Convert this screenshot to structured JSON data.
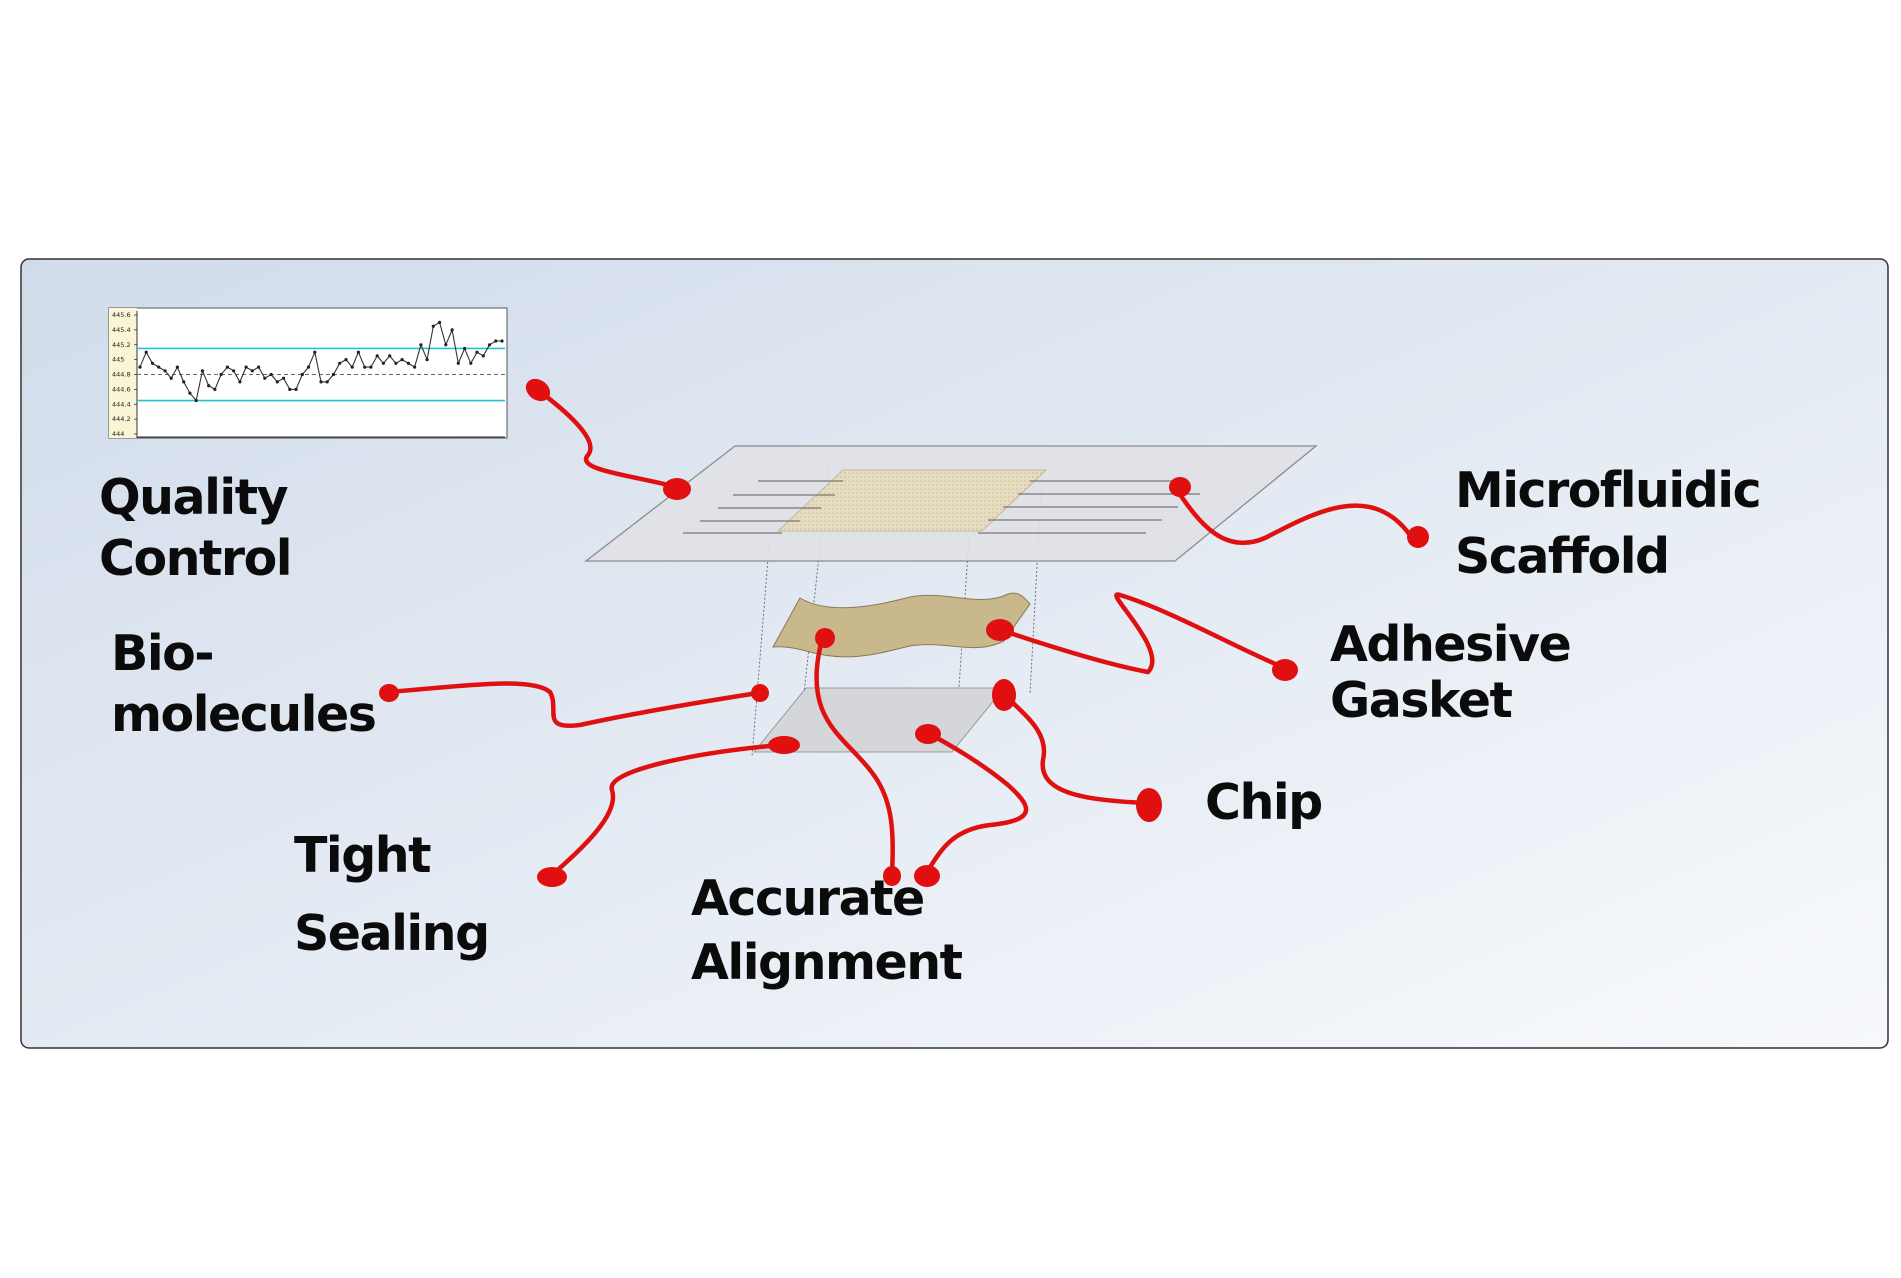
{
  "labels": {
    "quality_control": [
      "Quality",
      "Control"
    ],
    "microfluidic_scaffold": [
      "Microfluidic",
      "Scaffold"
    ],
    "biomolecules": [
      "Bio-",
      "molecules"
    ],
    "adhesive_gasket": [
      "Adhesive",
      "Gasket"
    ],
    "chip": [
      "Chip"
    ],
    "tight_sealing": [
      "Tight",
      "Sealing"
    ],
    "accurate_alignment": [
      "Accurate",
      "Alignment"
    ]
  },
  "qc_chart": {
    "y_ticks": [
      "445.6",
      "445.4",
      "445.2",
      "445",
      "444.8",
      "444.6",
      "444.4",
      "444.2",
      "444"
    ],
    "ylim": [
      444,
      445.6
    ],
    "upper_limit": 445.15,
    "lower_limit": 444.45,
    "center": 444.8,
    "values": [
      444.9,
      445.1,
      444.95,
      444.9,
      444.85,
      444.75,
      444.9,
      444.7,
      444.55,
      444.45,
      444.85,
      444.65,
      444.6,
      444.8,
      444.9,
      444.85,
      444.7,
      444.9,
      444.85,
      444.9,
      444.75,
      444.8,
      444.7,
      444.75,
      444.6,
      444.6,
      444.8,
      444.9,
      445.1,
      444.7,
      444.7,
      444.8,
      444.95,
      445.0,
      444.9,
      445.1,
      444.9,
      444.9,
      445.05,
      444.95,
      445.05,
      444.95,
      445.0,
      444.95,
      444.9,
      445.2,
      445.0,
      445.45,
      445.5,
      445.2,
      445.4,
      444.95,
      445.15,
      444.95,
      445.1,
      445.05,
      445.2,
      445.25,
      445.25
    ]
  },
  "colors": {
    "connector": "#e01010",
    "panel_border": "#333333",
    "panel_top": "#d3deec",
    "panel_bottom": "#f6f8fb",
    "scaffold": "#dfe0e4",
    "gasket": "#c8b88c",
    "chip": "#d6d7da",
    "qc_limit": "#22c6d2"
  }
}
